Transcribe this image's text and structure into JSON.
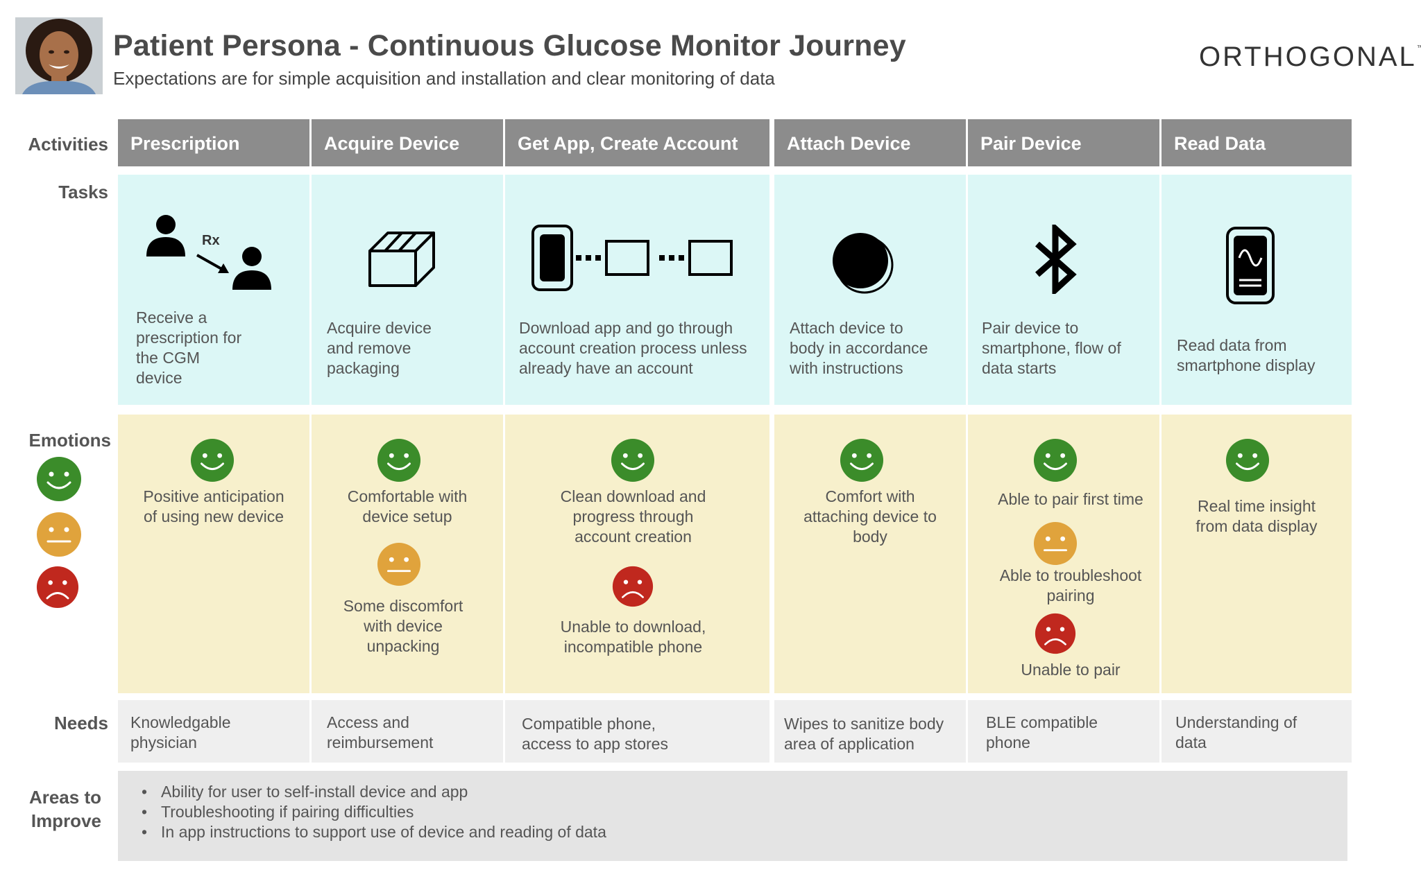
{
  "header": {
    "title": "Patient Persona - Continuous Glucose Monitor Journey",
    "subtitle": "Expectations are for simple acquisition and installation and clear monitoring of data",
    "brand": "ORTHOGONAL",
    "brand_tm": "™"
  },
  "row_labels": {
    "activities": "Activities",
    "tasks": "Tasks",
    "emotions": "Emotions",
    "needs": "Needs",
    "areas_line1": "Areas to",
    "areas_line2": "Improve"
  },
  "colors": {
    "happy": "#3b8c2a",
    "neutral": "#e0a33c",
    "sad": "#c0281e",
    "activity_header": "#8c8c8c",
    "task_bg": "#dcf7f6",
    "emotion_bg": "#f7f0cc",
    "need_bg": "#efefef",
    "areas_bg": "#e4e4e4"
  },
  "columns": [
    {
      "activity": "Prescription",
      "task_icon": "prescription-icon",
      "task_lines": [
        "Receive a",
        "prescription for",
        "the CGM",
        "device"
      ],
      "emotions": [
        {
          "type": "happy",
          "lines": [
            "Positive anticipation",
            "of using new device"
          ]
        }
      ],
      "need_lines": [
        "Knowledgable",
        "physician"
      ]
    },
    {
      "activity": "Acquire Device",
      "task_icon": "box-icon",
      "task_lines": [
        "Acquire device",
        "and remove",
        "packaging"
      ],
      "emotions": [
        {
          "type": "happy",
          "lines": [
            "Comfortable with",
            "device setup"
          ]
        },
        {
          "type": "neutral",
          "lines": [
            "Some discomfort",
            "with device",
            "unpacking"
          ]
        }
      ],
      "need_lines": [
        "Access and",
        "reimbursement"
      ]
    },
    {
      "activity": "Get App, Create Account",
      "task_icon": "phone-connect-icon",
      "task_lines": [
        "Download app and go through",
        "account creation process unless",
        "already have an account"
      ],
      "emotions": [
        {
          "type": "happy",
          "lines": [
            "Clean download and",
            "progress through",
            "account creation"
          ]
        },
        {
          "type": "sad",
          "lines": [
            "Unable to download,",
            "incompatible phone"
          ]
        }
      ],
      "need_lines": [
        "Compatible phone,",
        "access to app stores"
      ]
    },
    {
      "activity": "Attach Device",
      "task_icon": "sensor-icon",
      "task_lines": [
        "Attach device to",
        "body in accordance",
        "with instructions"
      ],
      "emotions": [
        {
          "type": "happy",
          "lines": [
            "Comfort with",
            "attaching device to",
            "body"
          ]
        }
      ],
      "need_lines": [
        "Wipes to sanitize body",
        "area of application"
      ]
    },
    {
      "activity": "Pair Device",
      "task_icon": "bluetooth-icon",
      "task_lines": [
        "Pair device to",
        "smartphone, flow of",
        "data starts"
      ],
      "emotions": [
        {
          "type": "happy",
          "lines": [
            "Able to pair first time"
          ]
        },
        {
          "type": "neutral",
          "lines": [
            "Able to troubleshoot",
            "pairing"
          ]
        },
        {
          "type": "sad",
          "lines": [
            "Unable to pair"
          ]
        }
      ],
      "need_lines": [
        "BLE compatible",
        "phone"
      ]
    },
    {
      "activity": "Read Data",
      "task_icon": "phone-graph-icon",
      "task_lines": [
        "Read data from",
        "smartphone display"
      ],
      "emotions": [
        {
          "type": "happy",
          "lines": [
            "Real time insight",
            "from data display"
          ]
        }
      ],
      "need_lines": [
        "Understanding of",
        "data"
      ]
    }
  ],
  "areas_to_improve": [
    "Ability for user to self-install device and app",
    "Troubleshooting if pairing difficulties",
    "In app instructions to support use of device and reading of data"
  ],
  "icon_labels": {
    "rx": "Rx"
  }
}
